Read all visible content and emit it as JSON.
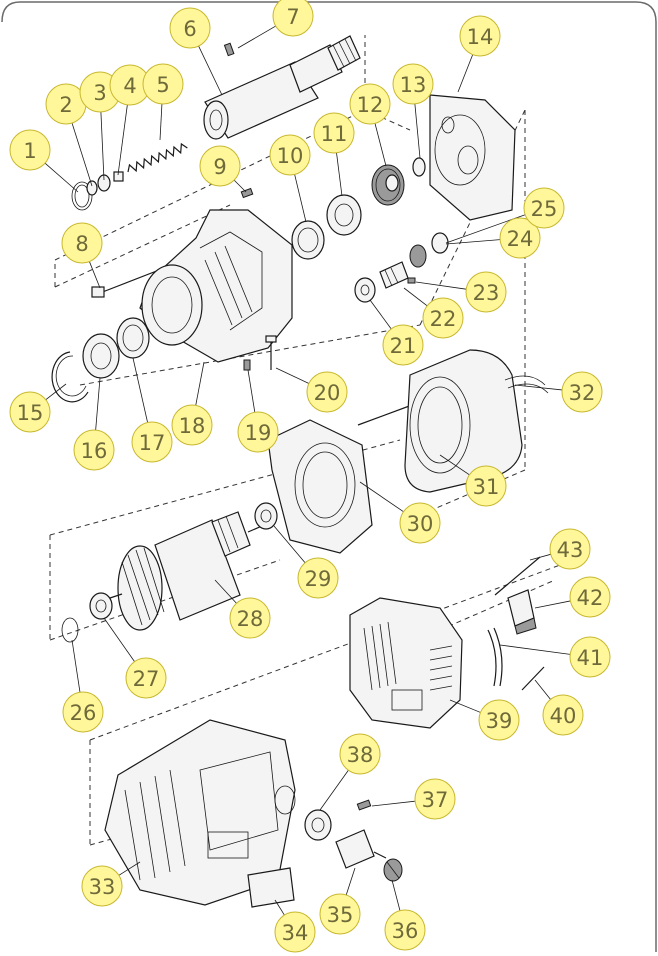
{
  "diagram": {
    "labels": [
      "1",
      "2",
      "3",
      "4",
      "5",
      "6",
      "7",
      "8",
      "9",
      "10",
      "11",
      "12",
      "13",
      "14",
      "15",
      "16",
      "17",
      "18",
      "19",
      "20",
      "21",
      "22",
      "23",
      "24",
      "25",
      "26",
      "27",
      "28",
      "29",
      "30",
      "31",
      "32",
      "33",
      "34",
      "35",
      "36",
      "37",
      "38",
      "39",
      "40",
      "41",
      "42",
      "43"
    ]
  }
}
